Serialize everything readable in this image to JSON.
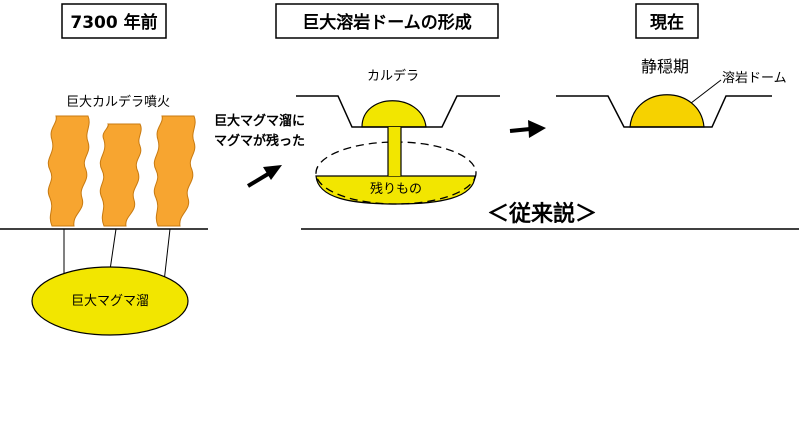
{
  "colors": {
    "plume_fill": "#f7a530",
    "plume_stroke": "#c87a10",
    "magma_fill": "#f2e600",
    "dome_fill": "#f6d200",
    "line": "#000000"
  },
  "panels": {
    "past": {
      "title": "7300 年前",
      "eruption_label": "巨大カルデラ噴火",
      "chamber_label": "巨大マグマ溜"
    },
    "formation": {
      "title": "巨大溶岩ドームの形成",
      "caldera_label": "カルデラ",
      "note_line1": "巨大マグマ溜に",
      "note_line2": "マグマが残った",
      "residue_label": "残りもの"
    },
    "present": {
      "title": "現在",
      "state_label": "静穏期",
      "dome_label": "溶岩ドーム"
    }
  },
  "theory_label": "＜従来説＞"
}
